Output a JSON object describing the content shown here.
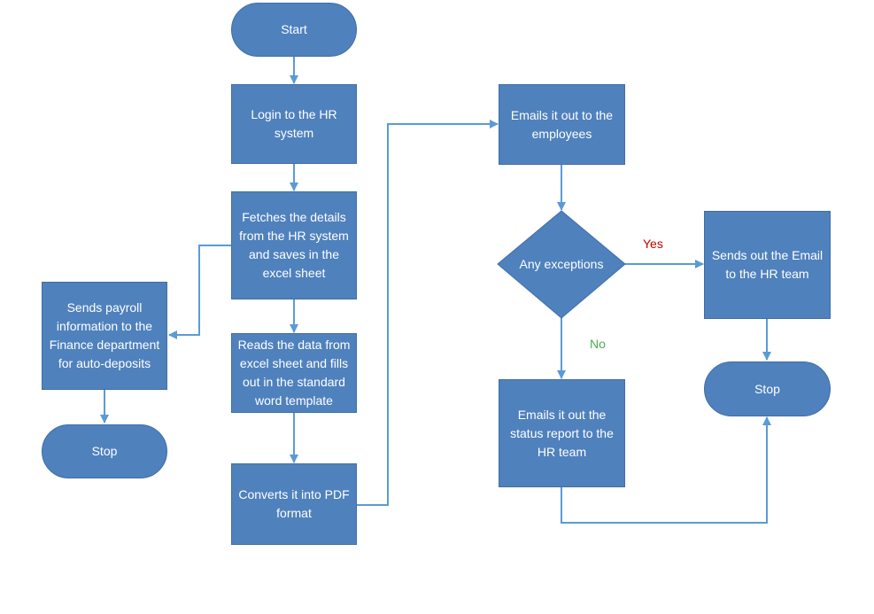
{
  "colors": {
    "node_fill": "#4f81bd",
    "node_text": "#ffffff",
    "connector": "#5b9bd5",
    "yes_label": "#c00000",
    "no_label": "#4caf50"
  },
  "nodes": {
    "start": "Start",
    "login": "Login to the HR system",
    "fetch": "Fetches the details from the HR system and saves in the excel sheet",
    "payroll": "Sends payroll information to the Finance department for auto-deposits",
    "stop_left": "Stop",
    "read": "Reads the data from excel sheet and fills out in the standard word template",
    "convert": "Converts it into PDF format",
    "email_employees": "Emails it out to the employees",
    "exceptions": "Any exceptions",
    "send_hr": "Sends out the Email to the HR team",
    "stop_right": "Stop",
    "status_report": "Emails it out the status report to the HR team"
  },
  "edge_labels": {
    "yes": "Yes",
    "no": "No"
  }
}
